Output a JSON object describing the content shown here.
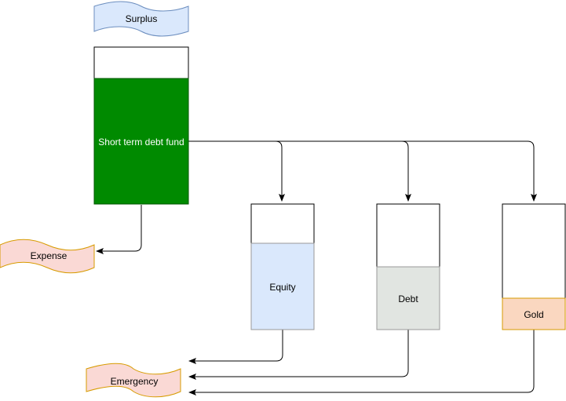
{
  "diagram": {
    "top_tape": {
      "label": "Surplus",
      "fill": "#dae8fc"
    },
    "fund": {
      "label": "Short term debt fund",
      "fill": "#008a00",
      "text_color": "#ffffff"
    },
    "left_tape": {
      "label": "Expense",
      "fill": "#fad9d5"
    },
    "bottom_tape": {
      "label": "Emergency",
      "fill": "#fad9d5"
    },
    "containers": [
      {
        "label": "Equity",
        "fill": "#dae8fc"
      },
      {
        "label": "Debt",
        "fill": "#e1e5e1"
      },
      {
        "label": "Gold",
        "fill": "#fad7c0"
      }
    ],
    "colors": {
      "stroke": "#000000",
      "tape_stroke": "#6c8ebf",
      "orange_stroke": "#d79b00"
    }
  }
}
